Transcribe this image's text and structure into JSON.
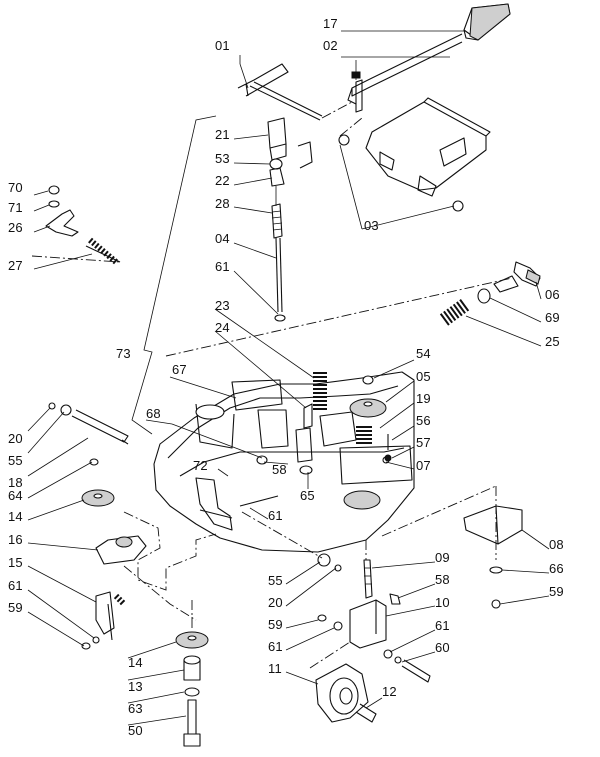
{
  "parts": [
    {
      "label": "17"
    },
    {
      "label": "01"
    },
    {
      "label": "02"
    },
    {
      "label": "21"
    },
    {
      "label": "53"
    },
    {
      "label": "22"
    },
    {
      "label": "28"
    },
    {
      "label": "03"
    },
    {
      "label": "70"
    },
    {
      "label": "71"
    },
    {
      "label": "26"
    },
    {
      "label": "27"
    },
    {
      "label": "04"
    },
    {
      "label": "61"
    },
    {
      "label": "06"
    },
    {
      "label": "69"
    },
    {
      "label": "23"
    },
    {
      "label": "25"
    },
    {
      "label": "24"
    },
    {
      "label": "73"
    },
    {
      "label": "54"
    },
    {
      "label": "67"
    },
    {
      "label": "05"
    },
    {
      "label": "19"
    },
    {
      "label": "68"
    },
    {
      "label": "56"
    },
    {
      "label": "20"
    },
    {
      "label": "57"
    },
    {
      "label": "55"
    },
    {
      "label": "72"
    },
    {
      "label": "58"
    },
    {
      "label": "07"
    },
    {
      "label": "18"
    },
    {
      "label": "64"
    },
    {
      "label": "65"
    },
    {
      "label": "14"
    },
    {
      "label": "61"
    },
    {
      "label": "08"
    },
    {
      "label": "16"
    },
    {
      "label": "15"
    },
    {
      "label": "55"
    },
    {
      "label": "66"
    },
    {
      "label": "20"
    },
    {
      "label": "09"
    },
    {
      "label": "61"
    },
    {
      "label": "58"
    },
    {
      "label": "59"
    },
    {
      "label": "59"
    },
    {
      "label": "10"
    },
    {
      "label": "59"
    },
    {
      "label": "61"
    },
    {
      "label": "61"
    },
    {
      "label": "60"
    },
    {
      "label": "14"
    },
    {
      "label": "11"
    },
    {
      "label": "13"
    },
    {
      "label": "12"
    },
    {
      "label": "63"
    },
    {
      "label": "50"
    }
  ]
}
